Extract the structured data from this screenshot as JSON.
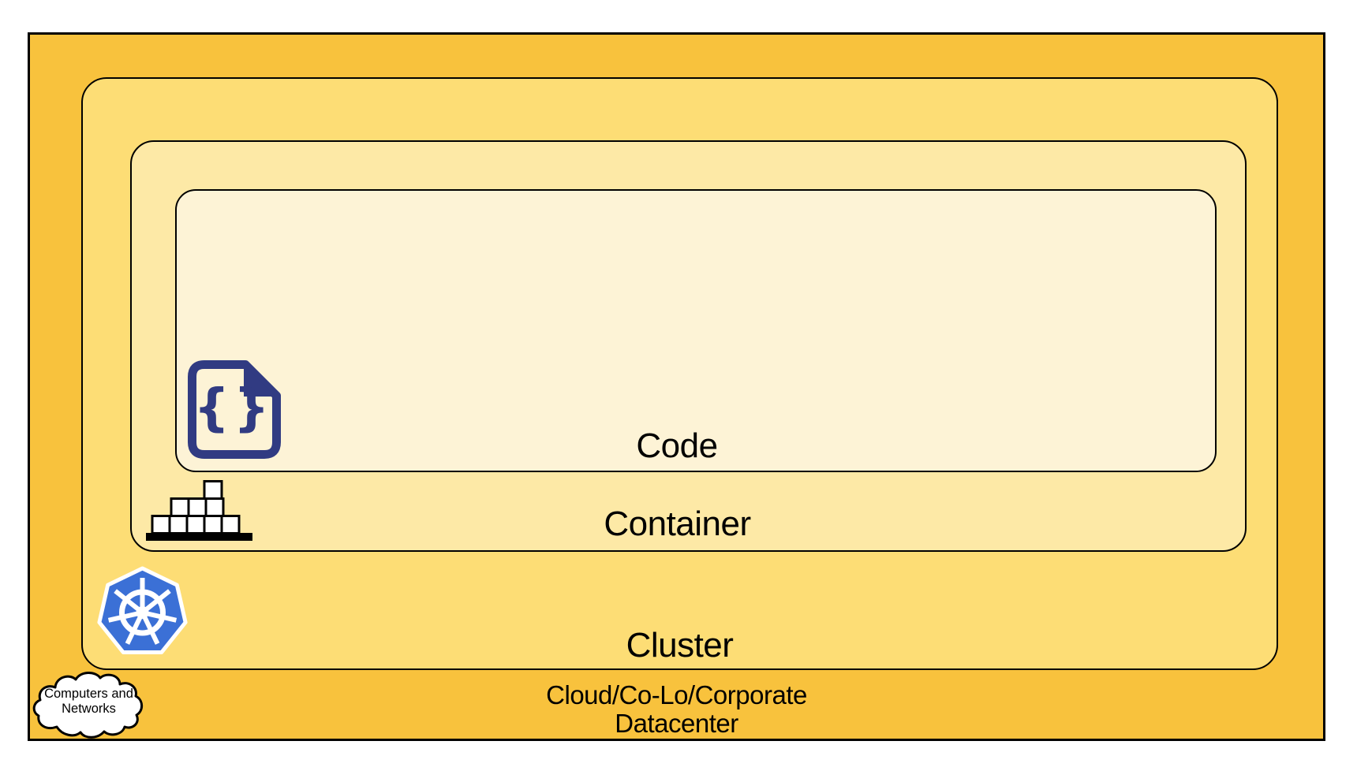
{
  "layers": {
    "code": {
      "label": "Code"
    },
    "container": {
      "label": "Container"
    },
    "cluster": {
      "label": "Cluster"
    },
    "datacenter": {
      "label": "Cloud/Co-Lo/Corporate\nDatacenter"
    }
  },
  "cloud_callout": {
    "label": "Computers and\nNetworks"
  },
  "glyphs": {
    "braces": "{}"
  },
  "icons": {
    "code": "code-file-icon",
    "container": "container-stack-icon",
    "cluster": "kubernetes-logo-icon",
    "datacenter": "cloud-icon"
  },
  "colors": {
    "datacenter_fill": "#F8C23D",
    "cluster_fill": "#FDDD75",
    "container_fill": "#FDE9A6",
    "code_fill": "#FDF3D6",
    "border": "#000000",
    "text": "#000000",
    "code_icon_navy": "#313B82",
    "kubernetes_blue": "#3B70D6",
    "brick_fill": "#FFFFFF"
  }
}
